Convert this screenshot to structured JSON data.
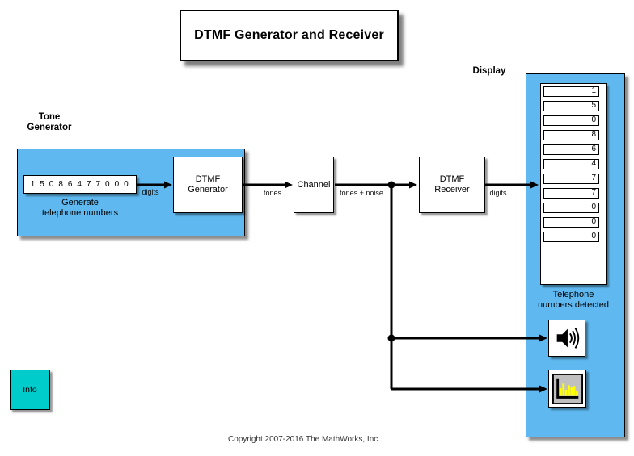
{
  "title": "DTMF Generator and Receiver",
  "labels": {
    "tone_generator": {
      "line1": "Tone",
      "line2": "Generator"
    },
    "display": "Display",
    "copyright": "Copyright 2007-2016 The MathWorks, Inc."
  },
  "blocks": {
    "phone_source": {
      "digits": "1 5 0 8 6 4 7 7 0 0 0",
      "caption": {
        "line1": "Generate",
        "line2": "telephone numbers"
      }
    },
    "dtmf_generator": {
      "line1": "DTMF",
      "line2": "Generator"
    },
    "channel": {
      "label": "Channel"
    },
    "dtmf_receiver": {
      "line1": "DTMF",
      "line2": "Receiver"
    },
    "display": {
      "values": [
        "1",
        "5",
        "0",
        "8",
        "6",
        "4",
        "7",
        "7",
        "0",
        "0",
        "0"
      ],
      "caption": {
        "line1": "Telephone",
        "line2": "numbers detected"
      }
    },
    "audio_output": {
      "icon": "speaker-icon"
    },
    "spectrum_scope": {
      "icon": "spectrum-scope-icon"
    },
    "info": {
      "label": "Info"
    }
  },
  "signal_labels": {
    "digits_in": "digits",
    "tones": "tones",
    "tones_plus_noise": "tones + noise",
    "digits_out": "digits"
  },
  "colors": {
    "area_blue": "#5FB9F0",
    "info_teal": "#00CCCC",
    "scope_bar_yellow": "#FFFF00",
    "scope_bg_gray": "#C0C0C0",
    "wire_black": "#000000"
  }
}
